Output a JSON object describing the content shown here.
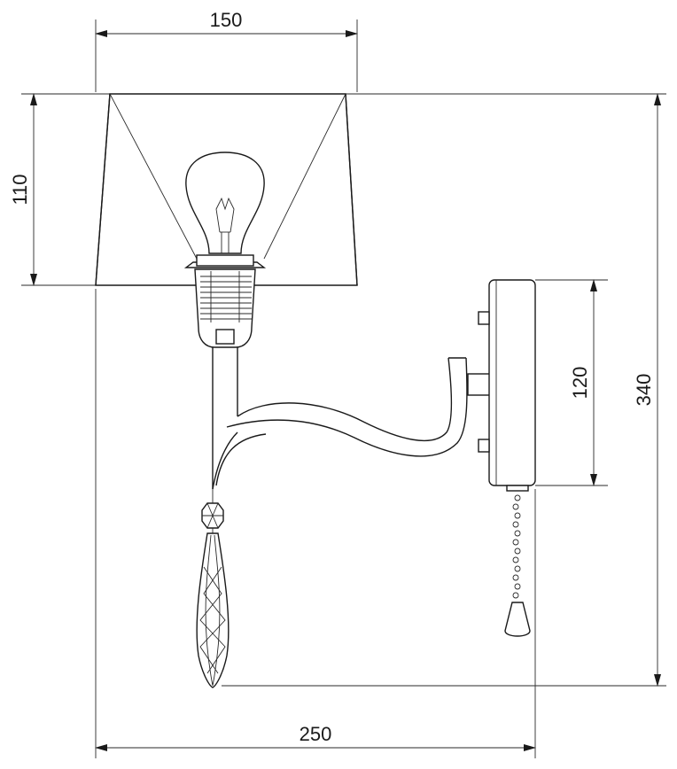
{
  "dimensions": {
    "width_top": "150",
    "shade_height": "110",
    "backplate_height": "120",
    "total_height": "340",
    "total_width": "250"
  }
}
